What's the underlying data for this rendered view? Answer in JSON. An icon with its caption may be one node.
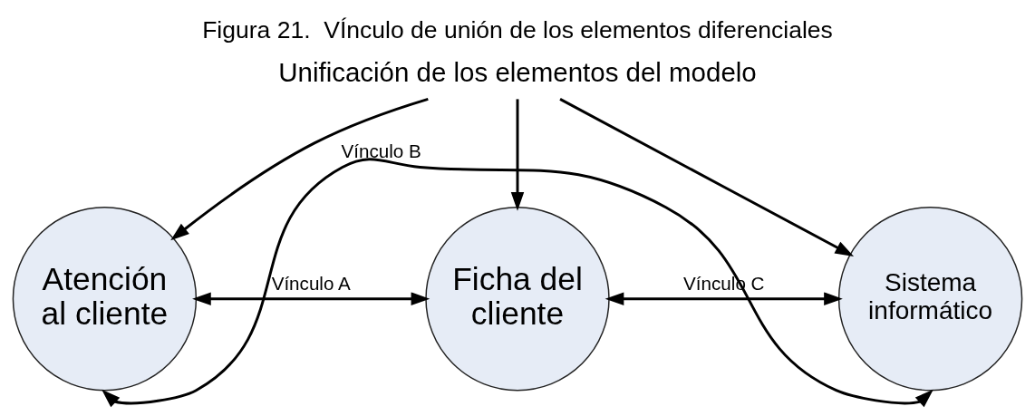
{
  "diagram": {
    "title": "Figura 21.  VÍnculo de unión de los elementos diferenciales",
    "nodes": [
      {
        "text": [
          "Unificación de los elementos del modelo"
        ]
      },
      {
        "text": [
          "Atención al cliente"
        ]
      },
      {
        "text": [
          "Ficha del cliente"
        ]
      },
      {
        "text": [
          "Sistema informático"
        ]
      }
    ],
    "edges": [
      {
        "from": 0,
        "to": 1,
        "arrow": "to"
      },
      {
        "from": 0,
        "to": 2,
        "arrow": "to"
      },
      {
        "from": 0,
        "to": 3,
        "arrow": "to"
      },
      {
        "from": 1,
        "to": 2,
        "arrow": "both",
        "label": "Vínculo A"
      },
      {
        "from": 2,
        "to": 3,
        "arrow": "both",
        "label": "Vínculo C"
      },
      {
        "from": 1,
        "to": 3,
        "arrow": "both",
        "label": "Vínculo B"
      }
    ]
  }
}
